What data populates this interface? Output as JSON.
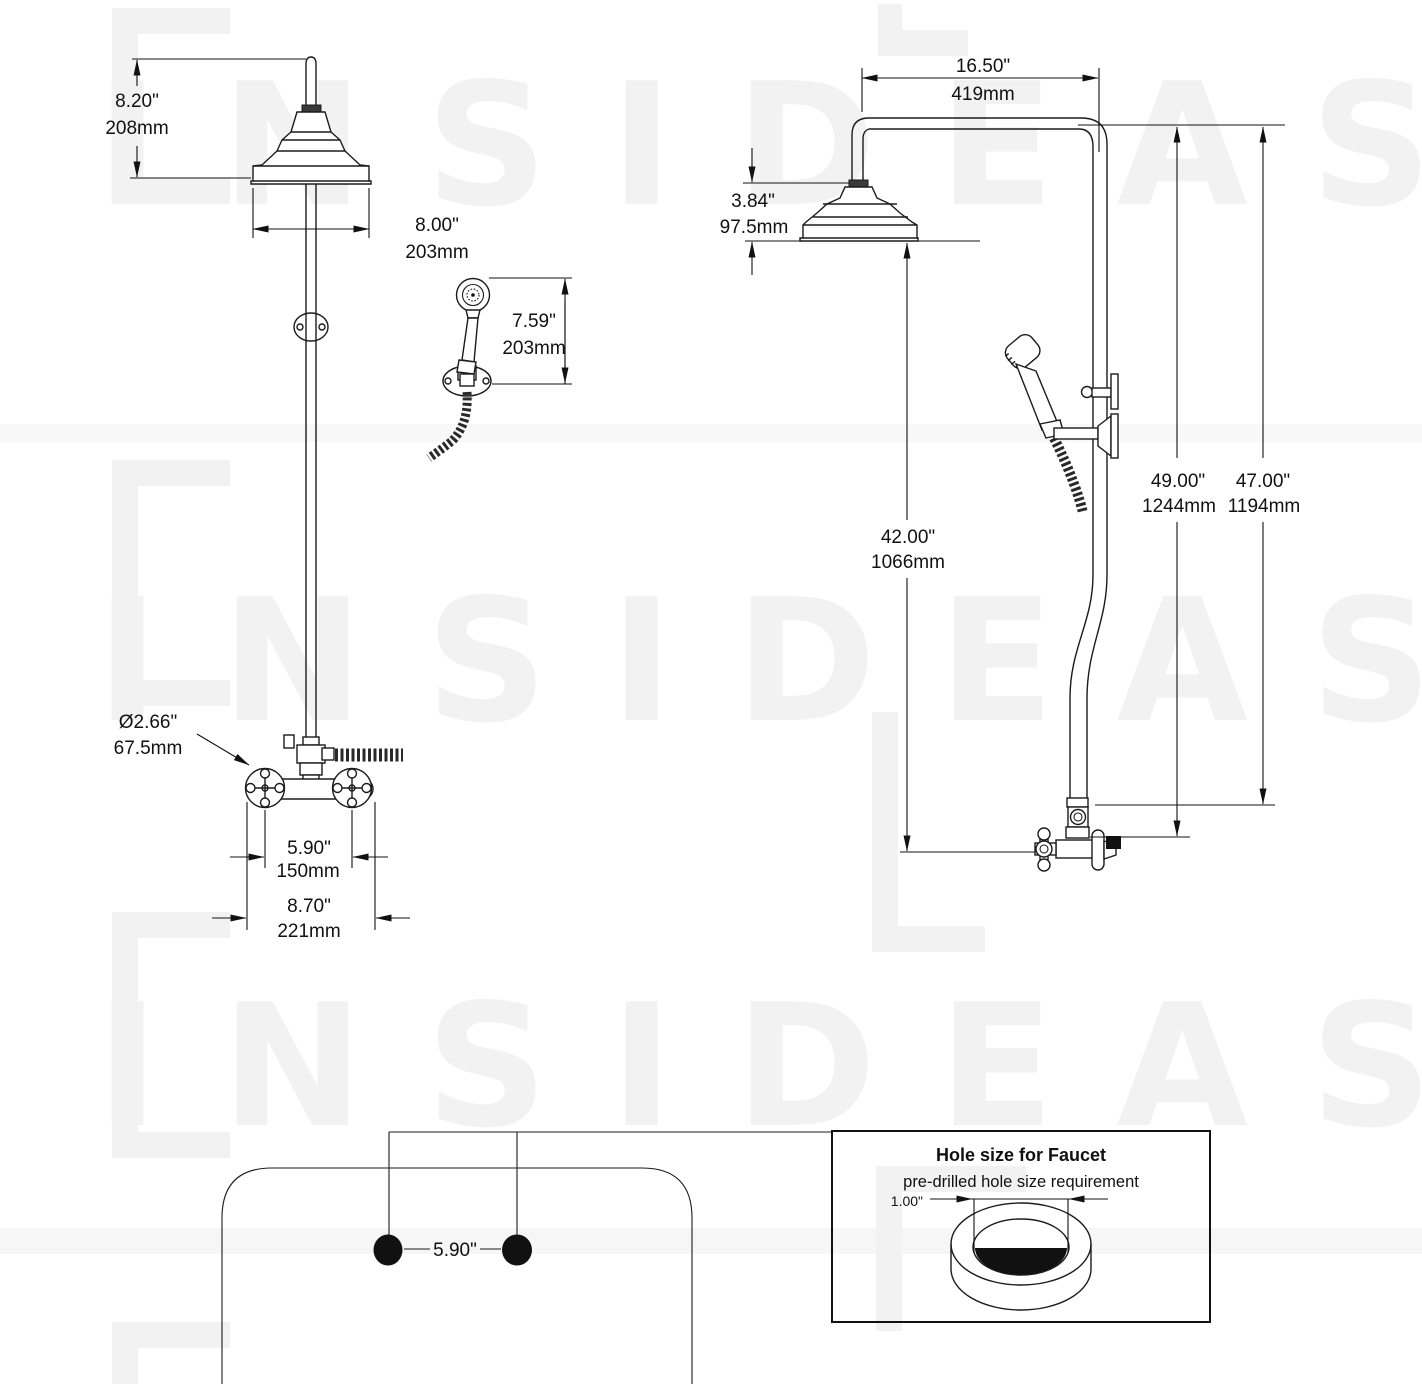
{
  "watermark": {
    "text": "INSIDEAST",
    "color": "#f2f2f2"
  },
  "dims": {
    "riser": {
      "in": "8.20\"",
      "mm": "208mm"
    },
    "headw": {
      "in": "8.00\"",
      "mm": "203mm"
    },
    "hand": {
      "in": "7.59\"",
      "mm": "203mm"
    },
    "handle": {
      "in": "Ø2.66\"",
      "mm": "67.5mm"
    },
    "centers": {
      "in": "5.90\"",
      "mm": "150mm"
    },
    "valvew": {
      "in": "8.70\"",
      "mm": "221mm"
    },
    "arm": {
      "in": "16.50\"",
      "mm": "419mm"
    },
    "headh": {
      "in": "3.84\"",
      "mm": "97.5mm"
    },
    "drop": {
      "in": "42.00\"",
      "mm": "1066mm"
    },
    "total": {
      "in": "49.00\"",
      "mm": "1244mm"
    },
    "union": {
      "in": "47.00\"",
      "mm": "1194mm"
    },
    "tubholes": {
      "in": "5.90\""
    },
    "holedia": {
      "in": "1.00\""
    }
  },
  "callout": {
    "title": "Hole size for Faucet",
    "subtitle": "pre-drilled hole size requirement"
  }
}
